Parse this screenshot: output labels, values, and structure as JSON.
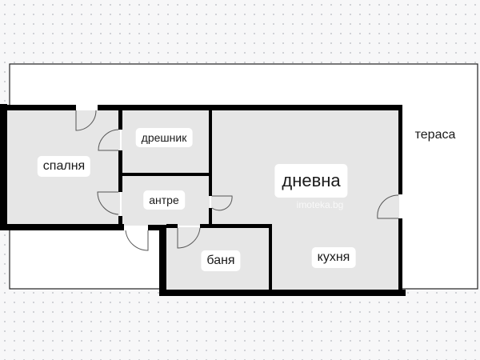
{
  "rooms": {
    "bedroom": "спалня",
    "wardrobe": "дрешник",
    "hallway": "антре",
    "living_room": "дневна",
    "bathroom": "баня",
    "kitchen": "кухня",
    "terrace": "тераса"
  },
  "watermark": "imoteka.bg",
  "colors": {
    "wall": "#000000",
    "room_fill": "#e6e6e6",
    "terrace_fill": "#ffffff"
  }
}
